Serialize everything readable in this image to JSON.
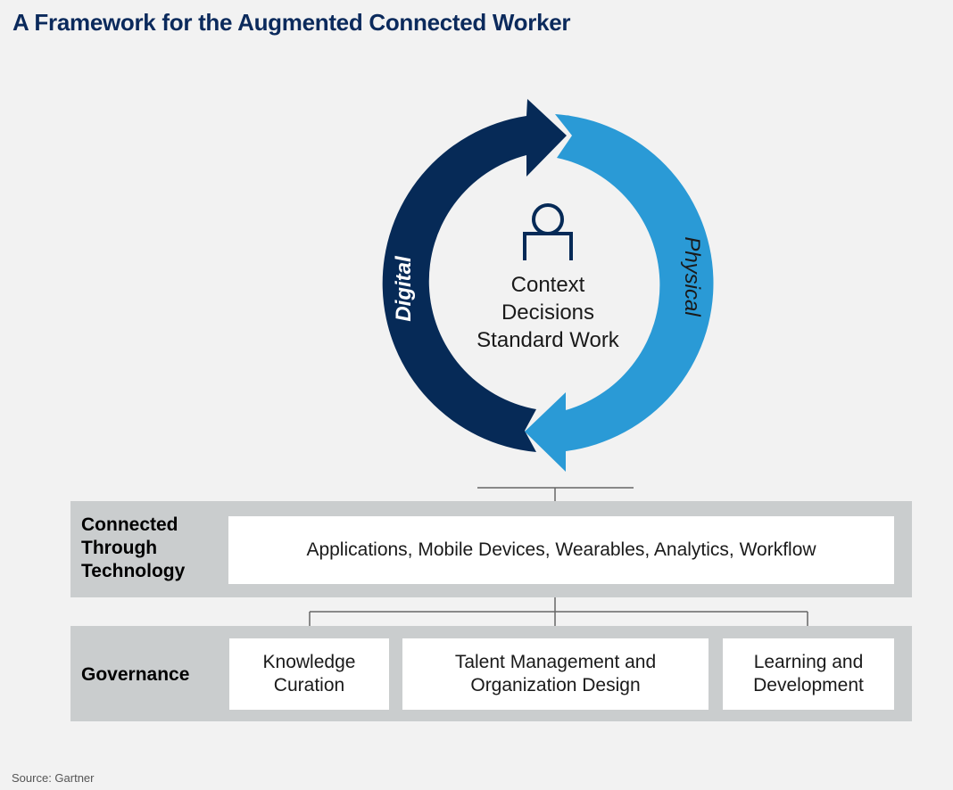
{
  "title": "A Framework for the Augmented Connected Worker",
  "cycle": {
    "left_label": "Digital",
    "right_label": "Physical",
    "center_lines": [
      "Context",
      "Decisions",
      "Standard Work"
    ],
    "icon": "person-icon",
    "colors": {
      "left": "#062a57",
      "right": "#2a9ad6"
    }
  },
  "technology": {
    "label": "Connected Through Technology",
    "content": "Applications, Mobile Devices, Wearables, Analytics, Workflow"
  },
  "governance": {
    "label": "Governance",
    "items": [
      "Knowledge Curation",
      "Talent Management and Organization Design",
      "Learning and Development"
    ]
  },
  "source": "Source: Gartner"
}
